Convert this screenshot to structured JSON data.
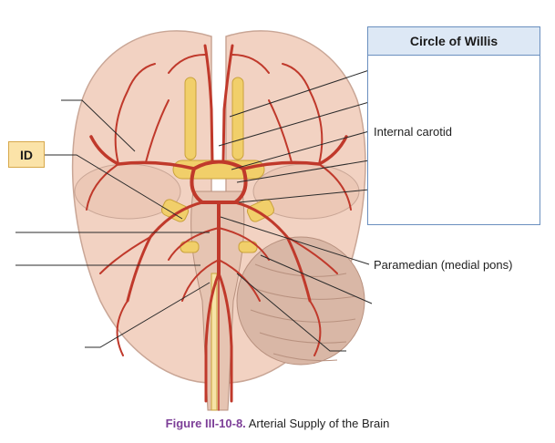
{
  "willis_box": {
    "title": "Circle of Willis"
  },
  "labels": {
    "internal_carotid": "Internal carotid",
    "paramedian": "Paramedian (medial pons)",
    "id_tag": "ID"
  },
  "caption": {
    "figure_number": "Figure III-10-8.",
    "text": " Arterial Supply of the Brain"
  },
  "colors": {
    "artery": "#c0392b",
    "brain": "#f2d2c2",
    "cranial_nerve": "#f1cf6a",
    "leader": "#2b2b2b"
  }
}
